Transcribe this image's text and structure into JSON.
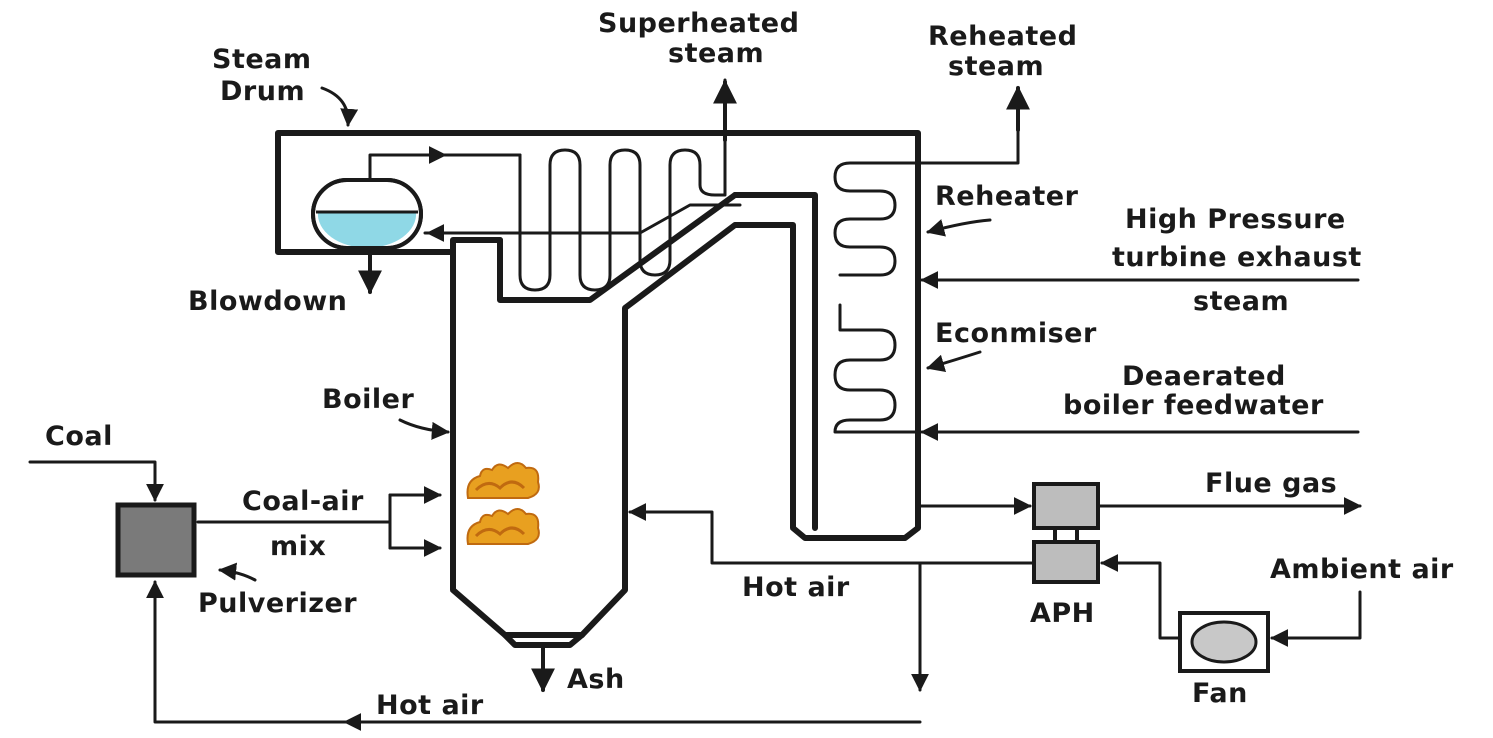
{
  "labels": {
    "steam_drum_1": "Steam",
    "steam_drum_2": "Drum",
    "superheated_1": "Superheated",
    "superheated_2": "steam",
    "reheated_1": "Reheated",
    "reheated_2": "steam",
    "reheater": "Reheater",
    "hp_1": "High Pressure",
    "hp_2": "turbine exhaust",
    "hp_3": "steam",
    "blowdown": "Blowdown",
    "economiser": "Econmiser",
    "feed_1": "Deaerated",
    "feed_2": "boiler feedwater",
    "boiler": "Boiler",
    "coal": "Coal",
    "coal_air_1": "Coal-air",
    "coal_air_2": "mix",
    "pulverizer": "Pulverizer",
    "flue_gas": "Flue gas",
    "ambient_air": "Ambient air",
    "hot_air_mid": "Hot air",
    "aph": "APH",
    "ash": "Ash",
    "fan": "Fan",
    "hot_air_bottom": "Hot air"
  },
  "colors": {
    "line": "#1a1a1a",
    "water": "#8fd8e6",
    "flame": "#e8a020",
    "flame_dark": "#c06a10",
    "equipment_fill": "#7a7a7a",
    "aph_fill": "#bdbdbd",
    "fan_fill": "#c8c8c8"
  },
  "icons": [
    "steam-drum-icon",
    "flame-icon",
    "pulverizer-icon",
    "aph-icon",
    "fan-icon",
    "arrow-icon"
  ]
}
